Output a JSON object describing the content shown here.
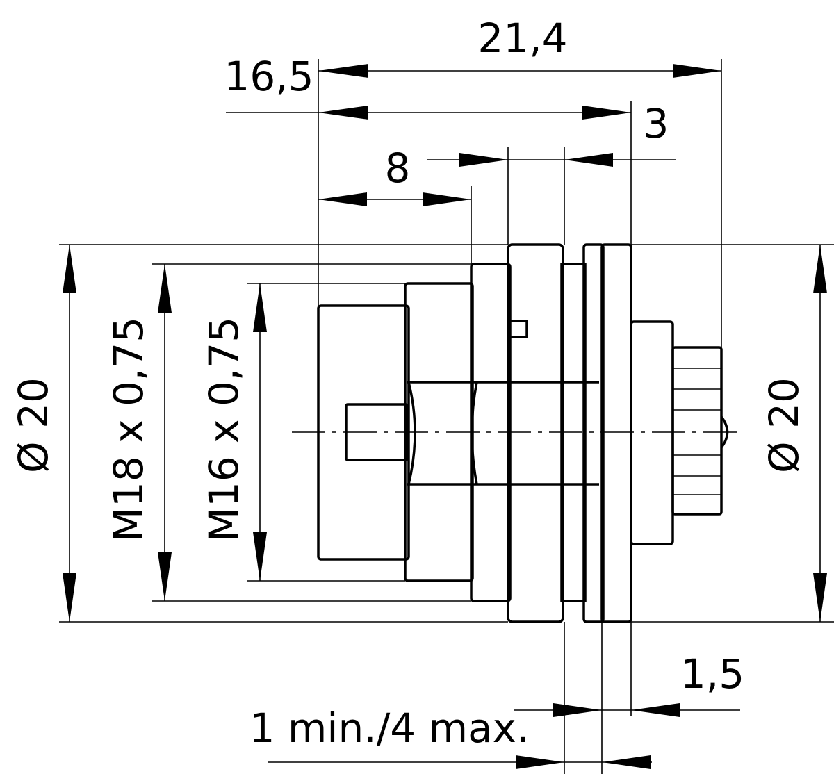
{
  "drawing": {
    "dimensions": {
      "overall_length": "21,4",
      "front_length": "16,5",
      "flange_width": "3",
      "thread_length": "8",
      "panel_thickness": "1 min./4 max.",
      "rear_flange": "1,5",
      "diameter_left": "Ø 20",
      "diameter_right": "Ø 20",
      "thread_m18": "M18 x 0,75",
      "thread_m16": "M16 x 0,75"
    }
  }
}
